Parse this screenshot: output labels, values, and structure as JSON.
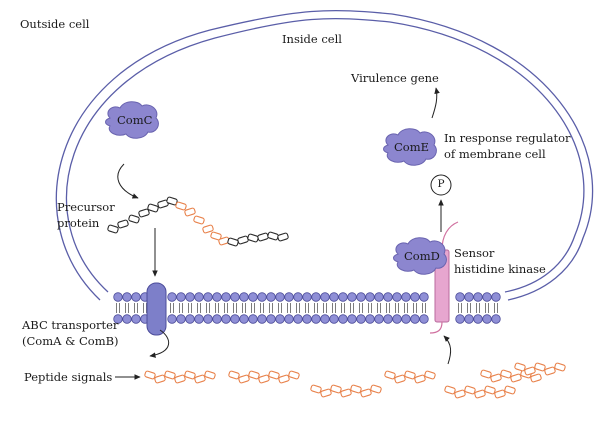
{
  "labels": {
    "outside_cell": "Outside cell",
    "inside_cell": "Inside cell",
    "virulence_gene": "Virulence gene",
    "comc": "ComC",
    "come": "ComE",
    "comd": "ComD",
    "response_regulator_line1": "In response regulator",
    "response_regulator_line2": "of membrane cell",
    "phosphate": "P",
    "precursor_line1": "Precursor",
    "precursor_line2": "protein",
    "sensor_line1": "Sensor",
    "sensor_line2": "histidine kinase",
    "abc_line1": "ABC transporter",
    "abc_line2": "(ComA & ComB)",
    "peptide_signals": "Peptide signals"
  },
  "colors": {
    "cell_outline": "#5a5ea8",
    "membrane_head": "#8f8fd6",
    "membrane_head_stroke": "#4c4c9a",
    "protein_blob": "#8c86cf",
    "peptide_orange": "#e8814a",
    "precursor_black": "#2a2a2a",
    "kinase_pink": "#e7a6cf",
    "transporter": "#7d7fc9"
  }
}
